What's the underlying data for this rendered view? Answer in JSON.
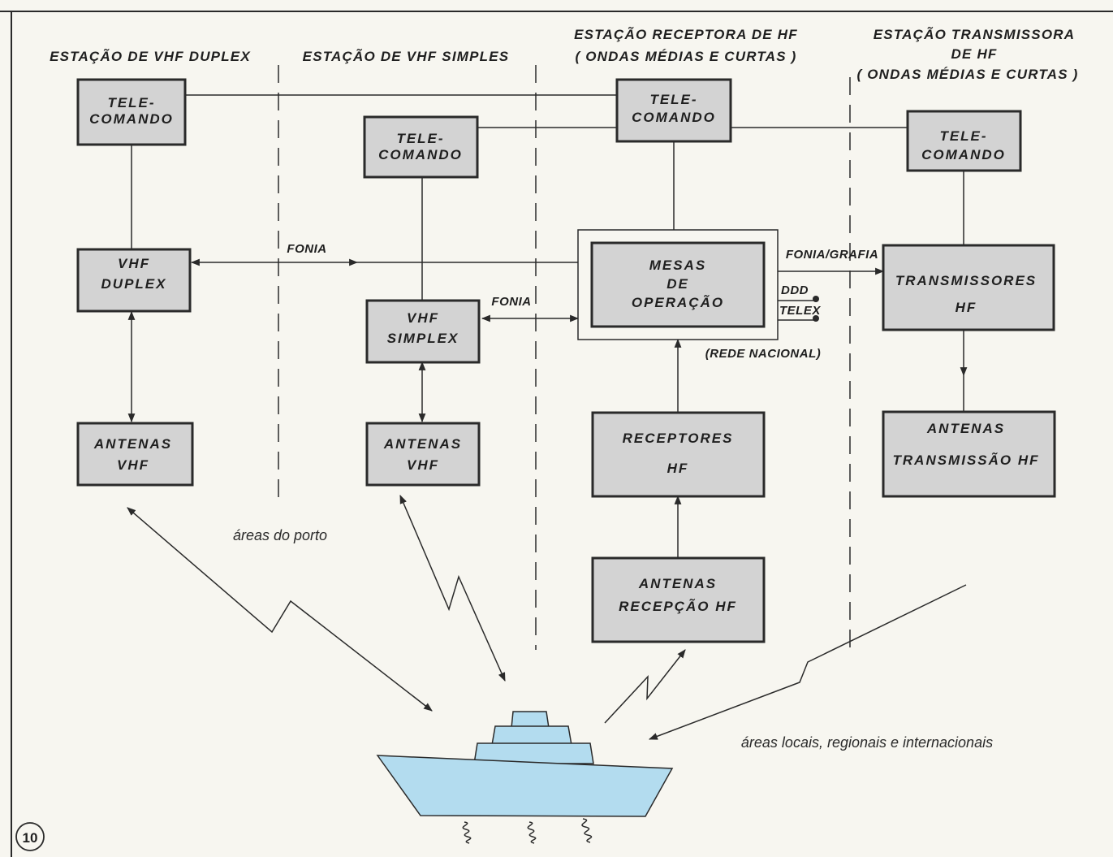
{
  "stations": {
    "vhf_duplex": "ESTAÇÃO  DE  VHF DUPLEX",
    "vhf_simples": "ESTAÇÃO  DE  VHF  SIMPLES",
    "hf_receptora": [
      "ESTAÇÃO  RECEPTORA  DE  HF",
      "( ONDAS  MÉDIAS  E  CURTAS )"
    ],
    "hf_transmissora": [
      "ESTAÇÃO TRANSMISSORA",
      "DE  HF",
      "( ONDAS  MÉDIAS  E  CURTAS )"
    ]
  },
  "boxes": {
    "telecomando_duplex": [
      "TELE-",
      "COMANDO"
    ],
    "telecomando_simples": [
      "TELE-",
      "COMANDO"
    ],
    "telecomando_receptora": [
      "TELE-",
      "COMANDO"
    ],
    "telecomando_transmissora": [
      "TELE-",
      "COMANDO"
    ],
    "vhf_duplex": [
      "VHF",
      "DUPLEX"
    ],
    "vhf_simplex": [
      "VHF",
      "SIMPLEX"
    ],
    "mesas_operacao": [
      "MESAS",
      "DE",
      "OPERAÇÃO"
    ],
    "transmissores_hf": [
      "TRANSMISSORES",
      "HF"
    ],
    "antenas_vhf_duplex": [
      "ANTENAS",
      "VHF"
    ],
    "antenas_vhf_simplex": [
      "ANTENAS",
      "VHF"
    ],
    "receptores_hf": [
      "RECEPTORES",
      "HF"
    ],
    "antenas_transmissao_hf": [
      "ANTENAS",
      "TRANSMISSÃO  HF"
    ],
    "antenas_recepcao_hf": [
      "ANTENAS",
      "RECEPÇÃO  HF"
    ]
  },
  "connections": {
    "fonia_1": "FONIA",
    "fonia_2": "FONIA",
    "fonia_grafia": "FONIA/GRAFIA",
    "ddd": "DDD",
    "telex": "TELEX",
    "rede_nacional": "(REDE NACIONAL)"
  },
  "areas": {
    "porto": "áreas do porto",
    "locais": "áreas locais, regionais e internacionais"
  },
  "figure_number": "10",
  "colors": {
    "box_fill": "#d3d3d3",
    "ship_fill": "#b3dcef",
    "ink": "#2a2a2a",
    "paper": "#f7f6f0"
  }
}
